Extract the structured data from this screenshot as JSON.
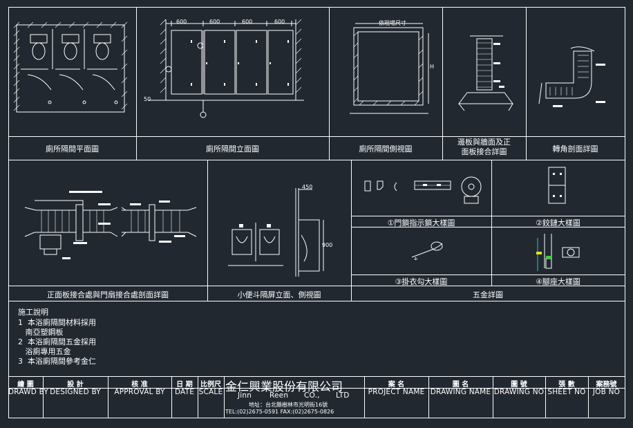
{
  "panels": {
    "plan": "廁所隔間平面圖",
    "elevation": "廁所隔間立面圖",
    "side": "廁所隔間側視圖",
    "joint": "邊板與牆面及正\n面板接合詳圖",
    "corner": "轉角剖面詳圖",
    "section": "正面板接合處與門扇接合處剖面詳圖",
    "urinal": "小便斗隔屏立面、側視圖",
    "hardware": "五金詳圖",
    "lock": "①門鎖指示鎖大樣圖",
    "hinge": "②鉸鏈大樣圖",
    "hook": "③掛衣勾大樣圖",
    "foot": "④腳座大樣圖"
  },
  "dims": {
    "d600": "600",
    "d50": "50",
    "d450": "450",
    "d900": "900",
    "dh": "H",
    "side_top": "依現場尺寸"
  },
  "notes": {
    "title": "施工說明",
    "items": [
      "1  本浴廁隔間材料採用",
      "   南亞塑鋼板",
      "2  本浴廁隔間五金採用",
      "   浴廁專用五金",
      "3  本浴廁隔間參考金仁"
    ]
  },
  "title_block": {
    "cols": [
      {
        "zh": "繪  圖",
        "en": "DRAWD BY"
      },
      {
        "zh": "設  計",
        "en": "DESIGNED BY"
      },
      {
        "zh": "核  准",
        "en": "APPROVAL BY"
      },
      {
        "zh": "日  期",
        "en": "DATE"
      },
      {
        "zh": "比例尺",
        "en": "SCALE"
      }
    ],
    "company_zh": "金仁興業股份有限公司",
    "company_en1": "Jinn",
    "company_en2": "Reen",
    "company_en3": "CO.,",
    "company_en4": "LTD",
    "address": "地址：台北縣樹林市光明街16號",
    "tel": "TEL:(02)2675-0591 FAX:(02)2675-0826",
    "cols_right": [
      {
        "zh": "案  名",
        "en": "PROJECT NAME"
      },
      {
        "zh": "圖  名",
        "en": "DRAWING NAME"
      },
      {
        "zh": "圖  號",
        "en": "DRAWING NO"
      },
      {
        "zh": "張  數",
        "en": "SHEET NO"
      },
      {
        "zh": "案務號",
        "en": "JOB NO"
      }
    ]
  },
  "colors": {
    "background": "#212830",
    "line": "#ffffff",
    "accent_yellow": "#e6e600",
    "accent_cyan": "#19d0d0",
    "accent_green": "#3cd03c"
  }
}
